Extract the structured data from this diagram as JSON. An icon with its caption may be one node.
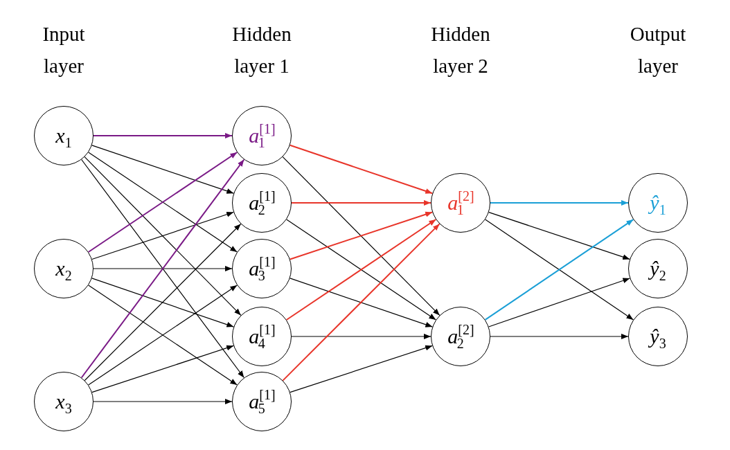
{
  "diagram": {
    "nodes": [
      {
        "text": [
          "*x*$_{1}$"
        ]
      },
      {
        "text": [
          "*x*$_{2}$"
        ]
      },
      {
        "text": [
          "*x*$_{3}$"
        ]
      },
      {
        "text": [
          "*a*$^{[1]}$$_{1}$"
        ]
      },
      {
        "text": [
          "*a*$^{[1]}$$_{2}$"
        ]
      },
      {
        "text": [
          "*a*$^{[1]}$$_{3}$"
        ]
      },
      {
        "text": [
          "*a*$^{[1]}$$_{4}$"
        ]
      },
      {
        "text": [
          "*a*$^{[1]}$$_{5}$"
        ]
      },
      {
        "text": [
          "*a*$^{[2]}$$_{1}$"
        ]
      },
      {
        "text": [
          "*a*$^{[2]}$$_{2}$"
        ]
      },
      {
        "text": [
          "*ŷ*$_{1}$"
        ]
      },
      {
        "text": [
          "*ŷ*$_{2}$"
        ]
      },
      {
        "text": [
          "*ŷ*$_{3}$"
        ]
      }
    ],
    "edges": [
      {
        "from": 0,
        "to": 3,
        "arrow": "to",
        "color": "#7a1a86"
      },
      {
        "from": 0,
        "to": 4,
        "arrow": "to"
      },
      {
        "from": 0,
        "to": 5,
        "arrow": "to"
      },
      {
        "from": 0,
        "to": 6,
        "arrow": "to"
      },
      {
        "from": 0,
        "to": 7,
        "arrow": "to"
      },
      {
        "from": 1,
        "to": 3,
        "arrow": "to",
        "color": "#7a1a86"
      },
      {
        "from": 1,
        "to": 4,
        "arrow": "to"
      },
      {
        "from": 1,
        "to": 5,
        "arrow": "to"
      },
      {
        "from": 1,
        "to": 6,
        "arrow": "to"
      },
      {
        "from": 1,
        "to": 7,
        "arrow": "to"
      },
      {
        "from": 2,
        "to": 3,
        "arrow": "to",
        "color": "#7a1a86"
      },
      {
        "from": 2,
        "to": 4,
        "arrow": "to"
      },
      {
        "from": 2,
        "to": 5,
        "arrow": "to"
      },
      {
        "from": 2,
        "to": 6,
        "arrow": "to"
      },
      {
        "from": 2,
        "to": 7,
        "arrow": "to"
      },
      {
        "from": 3,
        "to": 8,
        "arrow": "to",
        "color": "#e8352a"
      },
      {
        "from": 3,
        "to": 9,
        "arrow": "to"
      },
      {
        "from": 4,
        "to": 8,
        "arrow": "to",
        "color": "#e8352a"
      },
      {
        "from": 4,
        "to": 9,
        "arrow": "to"
      },
      {
        "from": 5,
        "to": 8,
        "arrow": "to",
        "color": "#e8352a"
      },
      {
        "from": 5,
        "to": 9,
        "arrow": "to"
      },
      {
        "from": 6,
        "to": 8,
        "arrow": "to",
        "color": "#e8352a"
      },
      {
        "from": 6,
        "to": 9,
        "arrow": "to"
      },
      {
        "from": 7,
        "to": 8,
        "arrow": "to",
        "color": "#e8352a"
      },
      {
        "from": 7,
        "to": 9,
        "arrow": "to"
      },
      {
        "from": 8,
        "to": 10,
        "arrow": "to",
        "color": "#1a9fd6"
      },
      {
        "from": 8,
        "to": 11,
        "arrow": "to"
      },
      {
        "from": 8,
        "to": 12,
        "arrow": "to"
      },
      {
        "from": 9,
        "to": 10,
        "arrow": "to",
        "color": "#1a9fd6"
      },
      {
        "from": 9,
        "to": 11,
        "arrow": "to"
      },
      {
        "from": 9,
        "to": 12,
        "arrow": "to"
      }
    ],
    "labels": [
      "Input layer",
      "Hidden layer 1",
      "Hidden layer 2",
      "Output layer"
    ]
  }
}
